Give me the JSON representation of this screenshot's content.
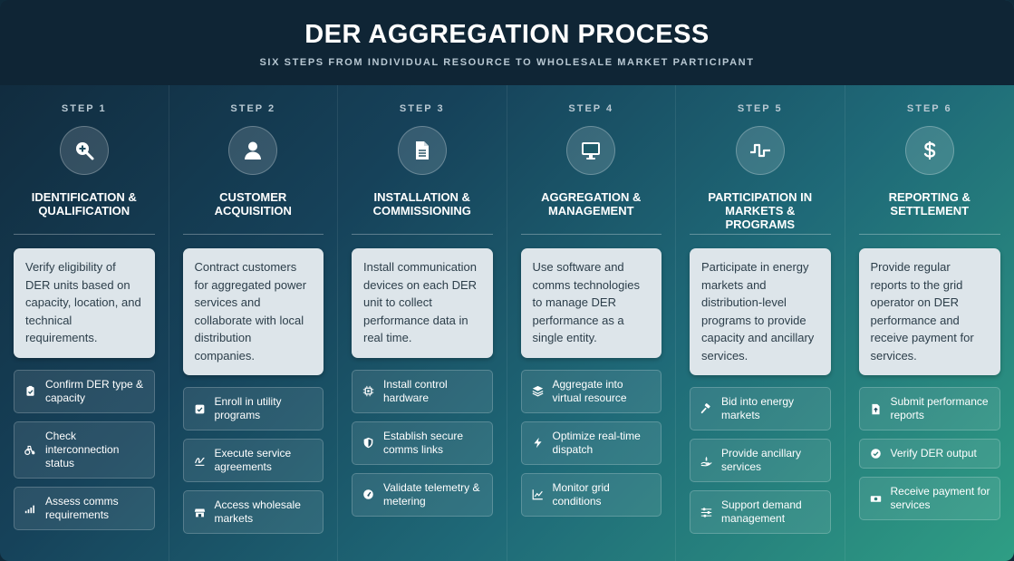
{
  "header": {
    "title": "DER AGGREGATION PROCESS",
    "subtitle": "SIX STEPS FROM INDIVIDUAL RESOURCE TO WHOLESALE MARKET PARTICIPANT"
  },
  "steps": [
    {
      "label": "STEP 1",
      "icon": "search-plus-icon",
      "title": "IDENTIFICATION & QUALIFICATION",
      "description": "Verify eligibility of DER units based on capacity, location, and technical requirements.",
      "items": [
        {
          "icon": "clipboard-check-icon",
          "text": "Confirm DER type & capacity"
        },
        {
          "icon": "tractor-icon",
          "text": "Check interconnection status"
        },
        {
          "icon": "signal-bars-icon",
          "text": "Assess comms requirements"
        }
      ]
    },
    {
      "label": "STEP 2",
      "icon": "user-icon",
      "title": "CUSTOMER ACQUISITION",
      "description": "Contract customers for aggregated power services and collaborate with local distribution companies.",
      "items": [
        {
          "icon": "check-square-icon",
          "text": "Enroll in utility programs"
        },
        {
          "icon": "signature-icon",
          "text": "Execute service agreements"
        },
        {
          "icon": "store-icon",
          "text": "Access wholesale markets"
        }
      ]
    },
    {
      "label": "STEP 3",
      "icon": "document-icon",
      "title": "INSTALLATION & COMMISSIONING",
      "description": "Install communication devices on each DER unit to collect performance data in real time.",
      "items": [
        {
          "icon": "chip-icon",
          "text": "Install control hardware"
        },
        {
          "icon": "shield-icon",
          "text": "Establish secure comms links"
        },
        {
          "icon": "gauge-icon",
          "text": "Validate telemetry & metering"
        }
      ]
    },
    {
      "label": "STEP 4",
      "icon": "monitor-icon",
      "title": "AGGREGATION & MANAGEMENT",
      "description": "Use software and comms technologies to manage DER performance as a single entity.",
      "items": [
        {
          "icon": "layers-icon",
          "text": "Aggregate into virtual resource"
        },
        {
          "icon": "bolt-icon",
          "text": "Optimize real-time dispatch"
        },
        {
          "icon": "line-chart-icon",
          "text": "Monitor grid conditions"
        }
      ]
    },
    {
      "label": "STEP 5",
      "icon": "pulse-wave-icon",
      "title": "PARTICIPATION IN MARKETS & PROGRAMS",
      "description": "Participate in energy markets and distribution-level programs to provide capacity and ancillary services.",
      "items": [
        {
          "icon": "gavel-icon",
          "text": "Bid into energy markets"
        },
        {
          "icon": "hand-holding-icon",
          "text": "Provide ancillary services"
        },
        {
          "icon": "sliders-icon",
          "text": "Support demand management"
        }
      ]
    },
    {
      "label": "STEP 6",
      "icon": "dollar-icon",
      "title": "REPORTING & SETTLEMENT",
      "description": "Provide regular reports to the grid operator on DER performance and receive payment for services.",
      "items": [
        {
          "icon": "file-upload-icon",
          "text": "Submit performance reports"
        },
        {
          "icon": "check-circle-icon",
          "text": "Verify DER output"
        },
        {
          "icon": "money-bill-icon",
          "text": "Receive payment for services"
        }
      ]
    }
  ]
}
